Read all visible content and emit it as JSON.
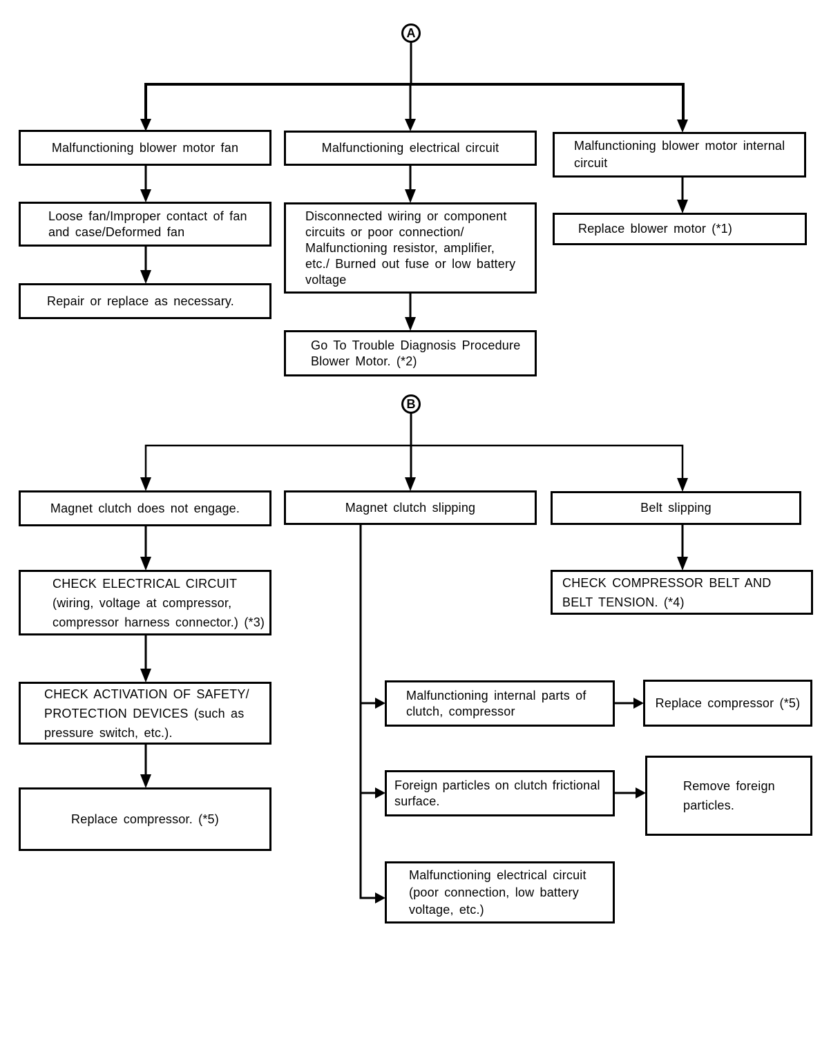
{
  "markers": {
    "a": "A",
    "b": "B"
  },
  "section_a": {
    "blower_fan": {
      "cause": "Malfunctioning blower motor fan",
      "detail": "Loose fan/Improper contact of fan\nand case/Deformed fan",
      "action": "Repair or replace as necessary."
    },
    "electrical": {
      "cause": "Malfunctioning electrical circuit",
      "detail": "Disconnected wiring or component\ncircuits or poor connection/\nMalfunctioning resistor, amplifier,\netc./ Burned out fuse or low battery\nvoltage",
      "action": "Go To Trouble Diagnosis Procedure\nBlower Motor. (*2)"
    },
    "internal_circuit": {
      "cause": "Malfunctioning blower motor internal\ncircuit",
      "action": "Replace blower motor (*1)"
    }
  },
  "section_b": {
    "no_engage": {
      "cause": "Magnet clutch does not engage.",
      "check_circuit": "CHECK ELECTRICAL CIRCUIT\n(wiring, voltage at compressor,\ncompressor harness connector.) (*3)",
      "check_safety": "CHECK ACTIVATION OF SAFETY/\nPROTECTION DEVICES (such as\npressure switch, etc.).",
      "action": "Replace compressor. (*5)"
    },
    "clutch_slipping": {
      "cause": "Magnet clutch slipping",
      "internal_parts": {
        "cause": "Malfunctioning internal parts of\nclutch, compressor",
        "action": "Replace compressor (*5)"
      },
      "foreign_particles": {
        "cause": "Foreign particles on clutch frictional\nsurface.",
        "action": "Remove foreign\nparticles."
      },
      "electrical": {
        "cause": "Malfunctioning electrical circuit\n(poor connection, low battery\nvoltage, etc.)"
      }
    },
    "belt": {
      "cause": "Belt slipping",
      "action": "CHECK COMPRESSOR BELT AND\nBELT TENSION. (*4)"
    }
  }
}
